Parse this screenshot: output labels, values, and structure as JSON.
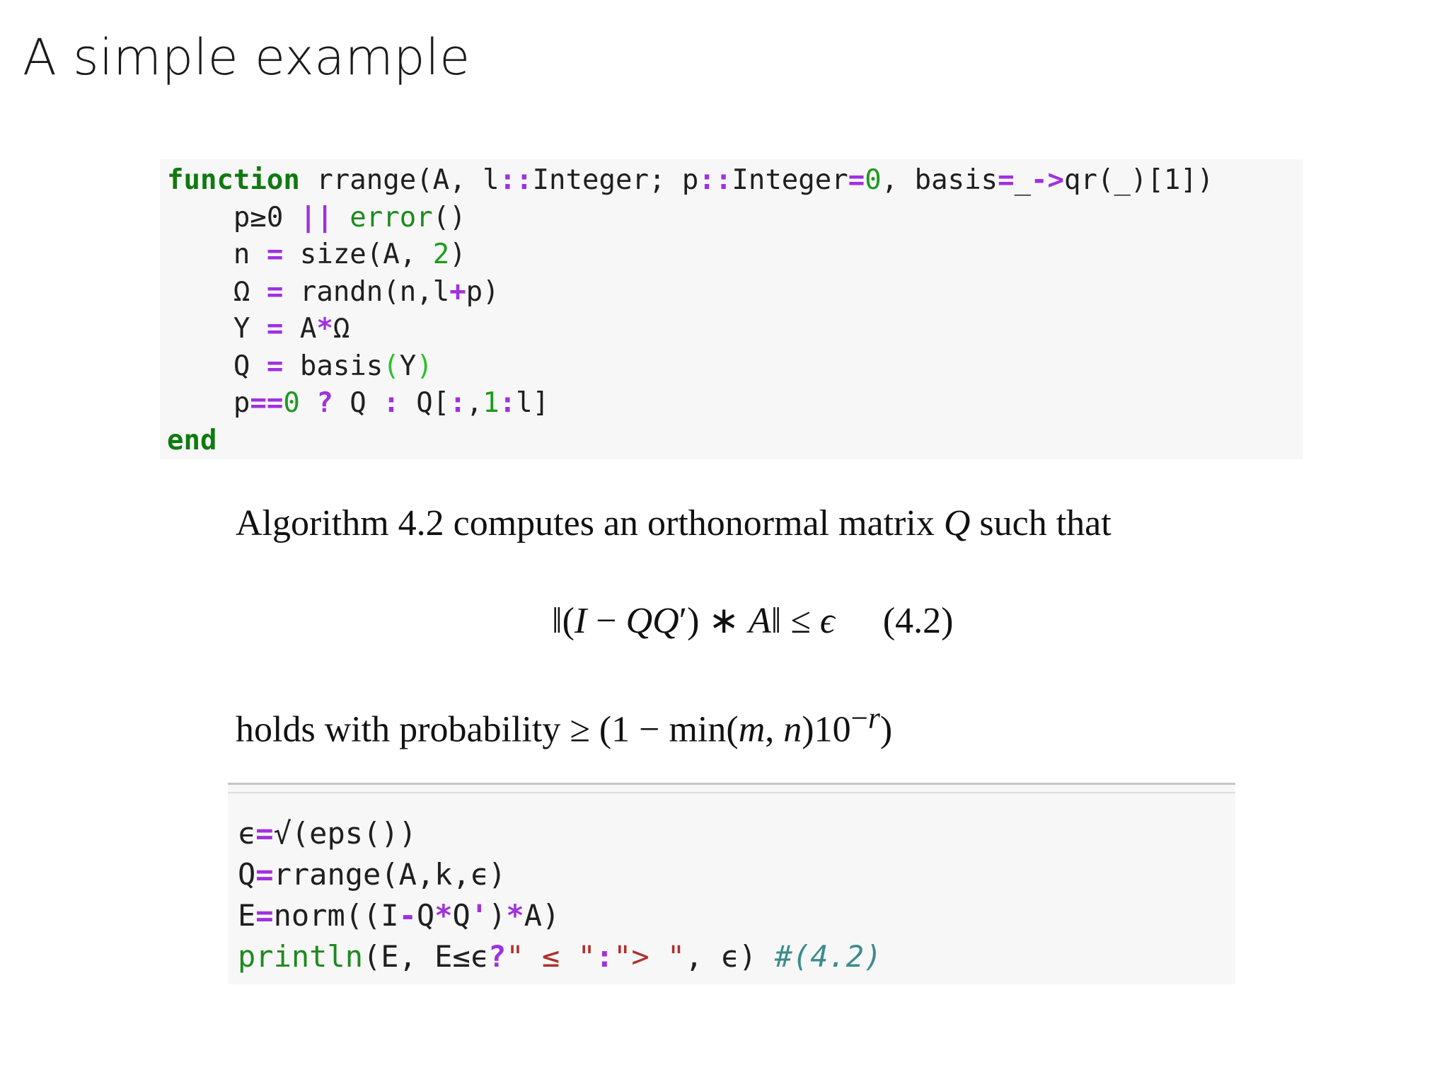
{
  "slide": {
    "title": "A simple example"
  },
  "code_block_1": {
    "lines": [
      [
        {
          "t": "function",
          "c": "kw"
        },
        {
          "t": " rrange(A, l",
          "c": ""
        },
        {
          "t": "::",
          "c": "op"
        },
        {
          "t": "Integer; p",
          "c": ""
        },
        {
          "t": "::",
          "c": "op"
        },
        {
          "t": "Integer",
          "c": ""
        },
        {
          "t": "=",
          "c": "op"
        },
        {
          "t": "0",
          "c": "num"
        },
        {
          "t": ", basis",
          "c": ""
        },
        {
          "t": "=",
          "c": "op"
        },
        {
          "t": "_",
          "c": ""
        },
        {
          "t": "->",
          "c": "op"
        },
        {
          "t": "qr(_)[1])",
          "c": ""
        }
      ],
      [
        {
          "t": "    p≥0 ",
          "c": ""
        },
        {
          "t": "||",
          "c": "op"
        },
        {
          "t": " ",
          "c": ""
        },
        {
          "t": "error",
          "c": "fnc"
        },
        {
          "t": "()",
          "c": ""
        }
      ],
      [
        {
          "t": "    n ",
          "c": ""
        },
        {
          "t": "=",
          "c": "op"
        },
        {
          "t": " size(A, ",
          "c": ""
        },
        {
          "t": "2",
          "c": "num"
        },
        {
          "t": ")",
          "c": ""
        }
      ],
      [
        {
          "t": "    Ω ",
          "c": ""
        },
        {
          "t": "=",
          "c": "op"
        },
        {
          "t": " randn(n,l",
          "c": ""
        },
        {
          "t": "+",
          "c": "op"
        },
        {
          "t": "p)",
          "c": ""
        }
      ],
      [
        {
          "t": "    Y ",
          "c": ""
        },
        {
          "t": "=",
          "c": "op"
        },
        {
          "t": " A",
          "c": ""
        },
        {
          "t": "*",
          "c": "op"
        },
        {
          "t": "Ω",
          "c": ""
        }
      ],
      [
        {
          "t": "    Q ",
          "c": ""
        },
        {
          "t": "=",
          "c": "op"
        },
        {
          "t": " basis",
          "c": ""
        },
        {
          "t": "(",
          "c": "par"
        },
        {
          "t": "Y",
          "c": ""
        },
        {
          "t": ")",
          "c": "par"
        }
      ],
      [
        {
          "t": "    p",
          "c": ""
        },
        {
          "t": "==",
          "c": "op"
        },
        {
          "t": "0",
          "c": "num"
        },
        {
          "t": " ",
          "c": ""
        },
        {
          "t": "?",
          "c": "op"
        },
        {
          "t": " Q ",
          "c": ""
        },
        {
          "t": ":",
          "c": "op"
        },
        {
          "t": " Q[",
          "c": ""
        },
        {
          "t": ":",
          "c": "op"
        },
        {
          "t": ",",
          "c": ""
        },
        {
          "t": "1",
          "c": "num"
        },
        {
          "t": ":",
          "c": "op"
        },
        {
          "t": "l]",
          "c": ""
        }
      ],
      [
        {
          "t": "end",
          "c": "kw"
        }
      ]
    ]
  },
  "paragraph_1": {
    "before": "Algorithm 4.2 computes an orthonormal matrix ",
    "var_q": "Q",
    "after": " such that"
  },
  "equation": {
    "p1": "‖(",
    "v_i": "I",
    "p2": " − ",
    "v_qq": "QQ",
    "p3": "′) ∗ ",
    "v_a": "A",
    "p4": "‖ ≤ ",
    "v_eps": "ϵ",
    "number": "(4.2)"
  },
  "paragraph_2": {
    "p1": "holds with probability ≥ (1 − min(",
    "v_m": "m",
    "p2": ", ",
    "v_n": "n",
    "p3": ")10",
    "sup_minus": "−",
    "sup_r": "r",
    "p4": ")"
  },
  "code_block_2": {
    "lines": [
      [
        {
          "t": "ϵ",
          "c": ""
        },
        {
          "t": "=",
          "c": "op"
        },
        {
          "t": "√(eps())",
          "c": ""
        }
      ],
      [
        {
          "t": "Q",
          "c": ""
        },
        {
          "t": "=",
          "c": "op"
        },
        {
          "t": "rrange(A,k,ϵ)",
          "c": ""
        }
      ],
      [
        {
          "t": "E",
          "c": ""
        },
        {
          "t": "=",
          "c": "op"
        },
        {
          "t": "norm((I",
          "c": ""
        },
        {
          "t": "-",
          "c": "op"
        },
        {
          "t": "Q",
          "c": ""
        },
        {
          "t": "*",
          "c": "op"
        },
        {
          "t": "Q",
          "c": ""
        },
        {
          "t": "'",
          "c": "op"
        },
        {
          "t": ")",
          "c": ""
        },
        {
          "t": "*",
          "c": "op"
        },
        {
          "t": "A)",
          "c": ""
        }
      ],
      [
        {
          "t": "println",
          "c": "fnc"
        },
        {
          "t": "(E, E≤ϵ",
          "c": ""
        },
        {
          "t": "?",
          "c": "op"
        },
        {
          "t": "\" ≤ \"",
          "c": "str"
        },
        {
          "t": ":",
          "c": "op"
        },
        {
          "t": "\"> \"",
          "c": "str"
        },
        {
          "t": ", ϵ) ",
          "c": ""
        },
        {
          "t": "#(4.2)",
          "c": "cmt"
        }
      ]
    ]
  }
}
